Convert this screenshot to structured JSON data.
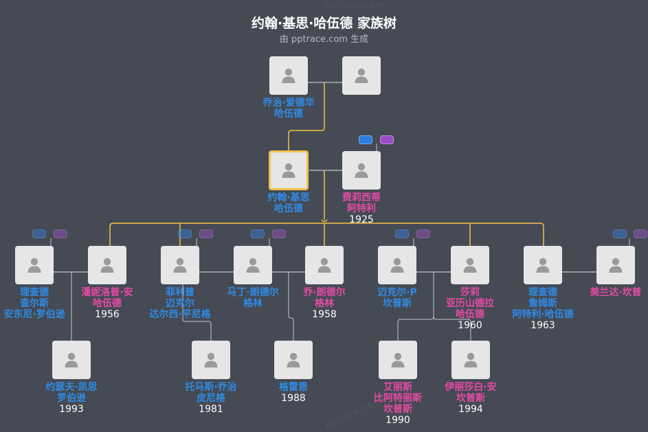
{
  "header": {
    "title": "约翰·基思·哈伍德 家族树",
    "subtitle": "由 pptrace.com 生成"
  },
  "watermark": "pptrace.com",
  "colors": {
    "background": "#454a54",
    "male": "#2f8be6",
    "female": "#e64aa6",
    "link_highlight": "#f1c14a",
    "link_normal": "#c8c8c8",
    "card": "#e6e6e6"
  },
  "people": [
    {
      "id": "george",
      "gender": "male",
      "lines": [
        "乔治·爱德华",
        "哈伍德"
      ],
      "year": ""
    },
    {
      "id": "george_spouse",
      "gender": "unknown",
      "lines": [],
      "year": ""
    },
    {
      "id": "john",
      "gender": "male",
      "lines": [
        "约翰·基思",
        "哈伍德"
      ],
      "year": "",
      "focus": true
    },
    {
      "id": "felicity",
      "gender": "female",
      "lines": [
        "费莉西蒂",
        "阿特利"
      ],
      "year": "1925"
    },
    {
      "id": "richard_c",
      "gender": "male",
      "lines": [
        "理查德",
        "查尔斯",
        "安东尼·罗伯逊"
      ],
      "year": ""
    },
    {
      "id": "pennelope",
      "gender": "female",
      "lines": [
        "潘妮洛普·安",
        "哈伍德"
      ],
      "year": "1956"
    },
    {
      "id": "philip",
      "gender": "male",
      "lines": [
        "菲利普",
        "迈克尔",
        "达尔西·平尼格"
      ],
      "year": ""
    },
    {
      "id": "martin",
      "gender": "male",
      "lines": [
        "马丁·朗德尔",
        "格林"
      ],
      "year": ""
    },
    {
      "id": "jo",
      "gender": "female",
      "lines": [
        "乔·朗德尔",
        "格林"
      ],
      "year": "1958"
    },
    {
      "id": "michael_p",
      "gender": "male",
      "lines": [
        "迈克尔·P",
        "坎普斯"
      ],
      "year": ""
    },
    {
      "id": "sally",
      "gender": "female",
      "lines": [
        "莎莉",
        "亚历山德拉",
        "哈伍德"
      ],
      "year": "1960"
    },
    {
      "id": "richard_j",
      "gender": "male",
      "lines": [
        "理查德",
        "詹姆斯",
        "阿特利·哈伍德"
      ],
      "year": "1963"
    },
    {
      "id": "amanda",
      "gender": "female",
      "lines": [
        "美兰达·坎普"
      ],
      "year": ""
    },
    {
      "id": "joseph",
      "gender": "male",
      "lines": [
        "约瑟夫·凯思",
        "罗伯逊"
      ],
      "year": "1993"
    },
    {
      "id": "thomas",
      "gender": "male",
      "lines": [
        "托马斯·乔治",
        "皮尼格"
      ],
      "year": "1981"
    },
    {
      "id": "graham",
      "gender": "male",
      "lines": [
        "格雷恩"
      ],
      "year": "1988"
    },
    {
      "id": "alice",
      "gender": "female",
      "lines": [
        "艾丽斯",
        "比阿特丽斯",
        "坎普斯"
      ],
      "year": "1990"
    },
    {
      "id": "elizabeth",
      "gender": "female",
      "lines": [
        "伊丽莎白·安",
        "坎普斯"
      ],
      "year": "1994"
    }
  ]
}
